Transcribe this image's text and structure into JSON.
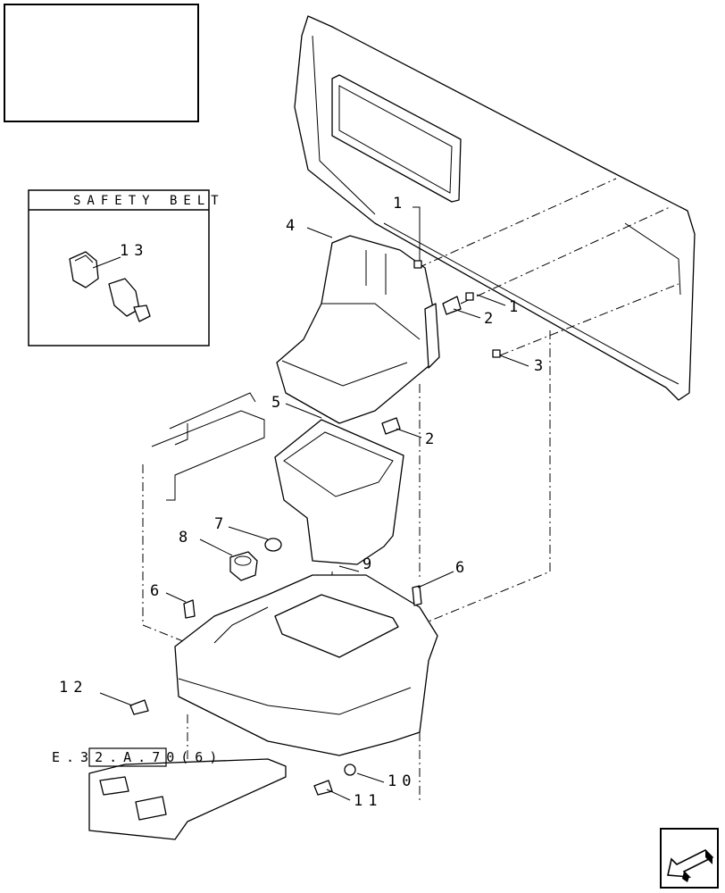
{
  "diagram": {
    "inset_title": "SAFETY BELT",
    "reference": "E.32.A.70(6)",
    "callouts": {
      "c1a": "1",
      "c1b": "1",
      "c2a": "2",
      "c2b": "2",
      "c3": "3",
      "c4": "4",
      "c5": "5",
      "c6a": "6",
      "c6b": "6",
      "c7": "7",
      "c8": "8",
      "c9": "9",
      "c10": "10",
      "c11": "11",
      "c12": "12",
      "c13": "13"
    },
    "nav_icon": "arrow-back-icon"
  }
}
